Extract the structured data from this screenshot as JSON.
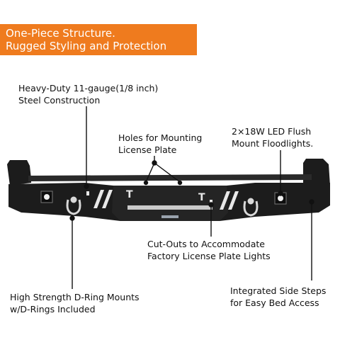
{
  "banner": {
    "line1": "One-Piece Structure.",
    "line2": "Rugged Styling and Protection",
    "color": "#ef7b1e"
  },
  "callouts": {
    "steel": {
      "line1": "Heavy-Duty 11-gauge(1/8 inch)",
      "line2": "Steel Construction"
    },
    "holes": {
      "line1": "Holes for Mounting",
      "line2": "License Plate"
    },
    "led": {
      "line1": "2×18W LED Flush",
      "line2": "Mount Floodlights."
    },
    "cutouts": {
      "line1": "Cut-Outs to Accommodate",
      "line2": "Factory License Plate Lights"
    },
    "drings": {
      "line1": "High Strength D-Ring Mounts",
      "line2": "w/D-Rings Included"
    },
    "steps": {
      "line1": "Integrated Side Steps",
      "line2": "for Easy Bed Access"
    }
  },
  "product": {
    "name": "rear-bumper-image",
    "body_color": "#1c1c1c",
    "accent_color": "#e8e8e8"
  }
}
